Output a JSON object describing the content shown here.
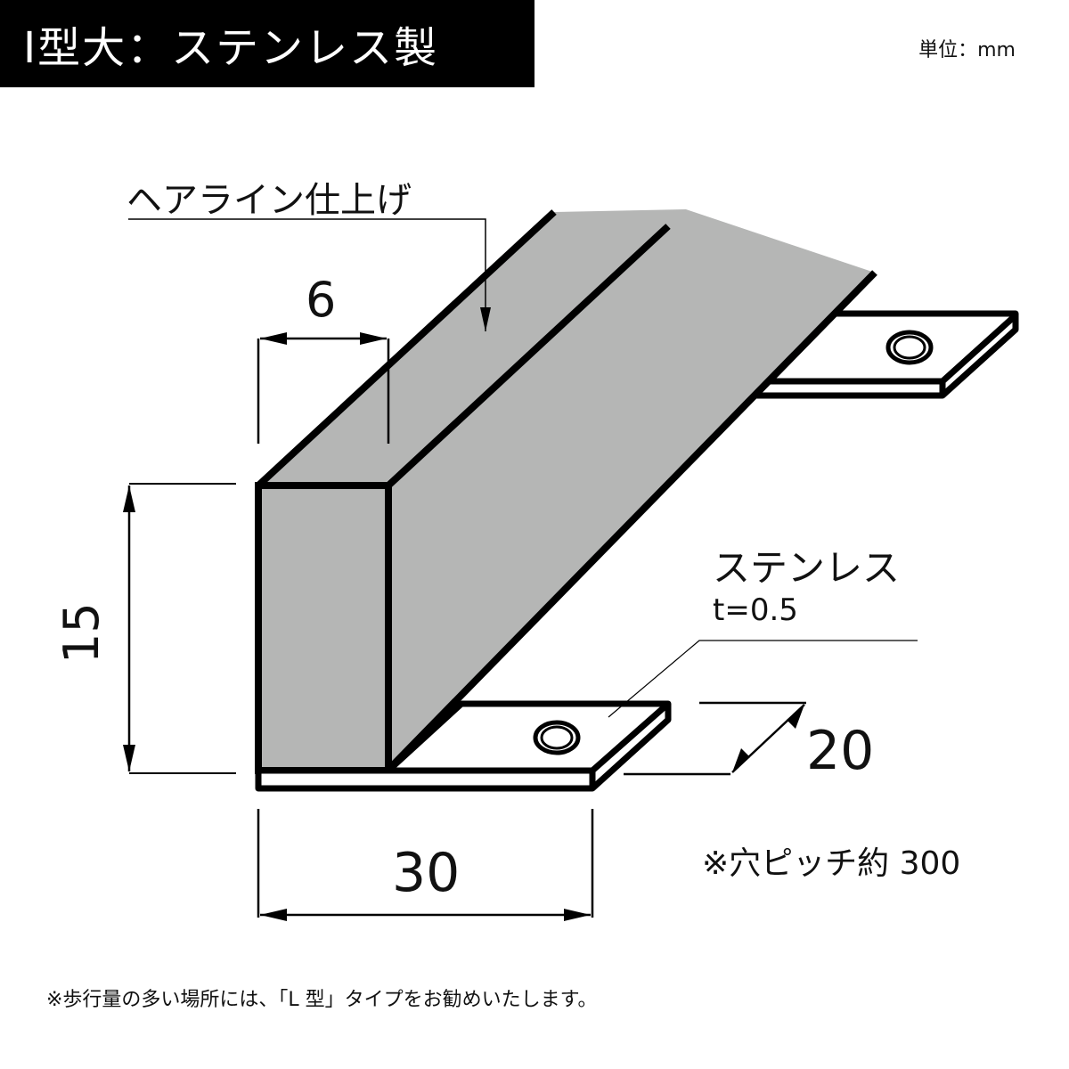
{
  "header": {
    "title": "I型大：ステンレス製",
    "unit_label": "単位：mm"
  },
  "labels": {
    "finish": "ヘアライン仕上げ",
    "material": "ステンレス",
    "thickness": "t=0.5",
    "hole_pitch": "※穴ピッチ約 300"
  },
  "dimensions": {
    "top_width": "6",
    "height": "15",
    "flange_depth": "20",
    "base_width": "30"
  },
  "footnote": "※歩行量の多い場所には、「L 型」タイプをお勧めいたします。",
  "colors": {
    "title_bg": "#000000",
    "title_fg": "#ffffff",
    "metal_fill": "#b5b6b5",
    "outline": "#000000",
    "background": "#ffffff"
  }
}
